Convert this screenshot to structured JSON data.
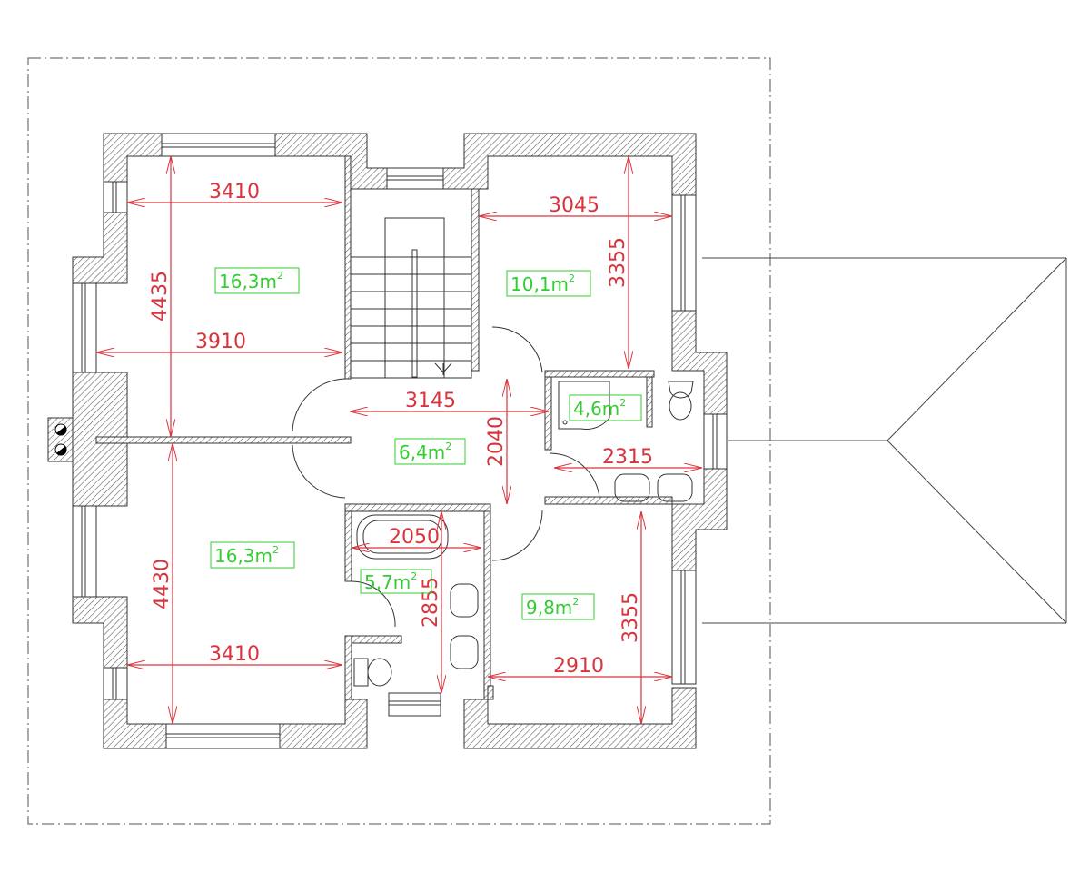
{
  "drawing": {
    "type": "floor-plan",
    "description": "Upper floor plan with room areas and internal dimensions (mm)",
    "colors": {
      "walls": "#333333",
      "hatch": "#555555",
      "dimensions": "#d9343d",
      "area_labels": "#33cc33",
      "background": "#ffffff"
    }
  },
  "rooms": [
    {
      "id": "bedroom-nw",
      "area": "16,3m",
      "width_dim": "3410",
      "width_dim2": "3910",
      "height_dim": "4435"
    },
    {
      "id": "bedroom-sw",
      "area": "16,3m",
      "width_dim": "3410",
      "height_dim": "4430"
    },
    {
      "id": "bedroom-ne",
      "area": "10,1m",
      "width_dim": "3045",
      "height_dim": "3355"
    },
    {
      "id": "bedroom-se",
      "area": "9,8m",
      "width_dim": "2910",
      "height_dim": "3355"
    },
    {
      "id": "hall",
      "area": "6,4m",
      "width_dim": "3145",
      "height_dim": "2040"
    },
    {
      "id": "bathroom-east",
      "area": "4,6m",
      "width_dim": "2315"
    },
    {
      "id": "bathroom-center",
      "area": "5,7m",
      "width_dim": "2050",
      "height_dim": "2855"
    }
  ],
  "labels": {
    "sup": "2"
  }
}
